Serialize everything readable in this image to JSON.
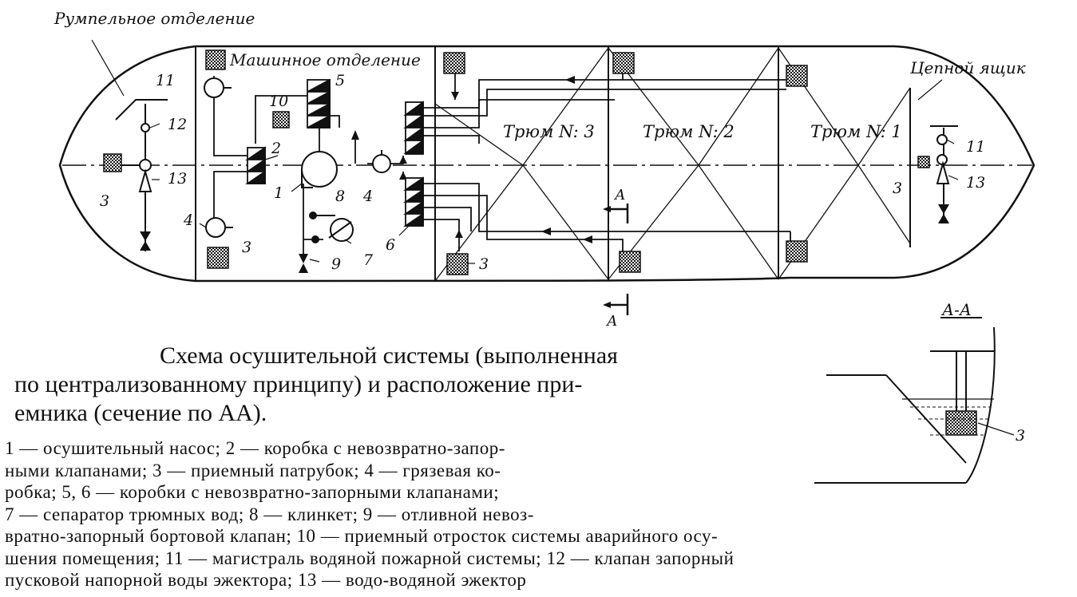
{
  "labels": {
    "rudder_room": "Румпельное отделение",
    "engine_room": "Машинное отделение",
    "hold3": "Трюм N: 3",
    "hold2": "Трюм N: 2",
    "hold1": "Трюм N: 1",
    "chain_locker": "Цепной ящик",
    "section_a": "А",
    "section_aa": "А-А"
  },
  "numbers": {
    "n1": "1",
    "n2": "2",
    "n3": "3",
    "n4": "4",
    "n5": "5",
    "n6": "6",
    "n7": "7",
    "n8": "8",
    "n9": "9",
    "n10": "10",
    "n11": "11",
    "n12": "12",
    "n13": "13"
  },
  "caption": {
    "line1": "Схема осушительной системы (выполненная",
    "line2": "по централизованному принципу) и расположение при-",
    "line3": "емника (сечение по АА)."
  },
  "legend": {
    "l1": "1 — осушительный насос; 2 — коробка с невозвратно-запор-",
    "l2": "ными клапанами; 3 — приемный патрубок; 4 — грязевая ко-",
    "l3": "робка; 5, 6 — коробки с невозвратно-запорными клапанами;",
    "l4": "7 — сепаратор трюмных вод; 8 — клинкет; 9 — отливной невоз-",
    "l5": "вратно-запорный бортовой клапан; 10 — приемный отросток системы аварийного осу-",
    "l6": "шения помещения; 11 — магистраль водяной пожарной системы; 12 — клапан запорный",
    "l7": "пусковой напорной воды эжектора; 13 — водо-водяной эжектор"
  }
}
